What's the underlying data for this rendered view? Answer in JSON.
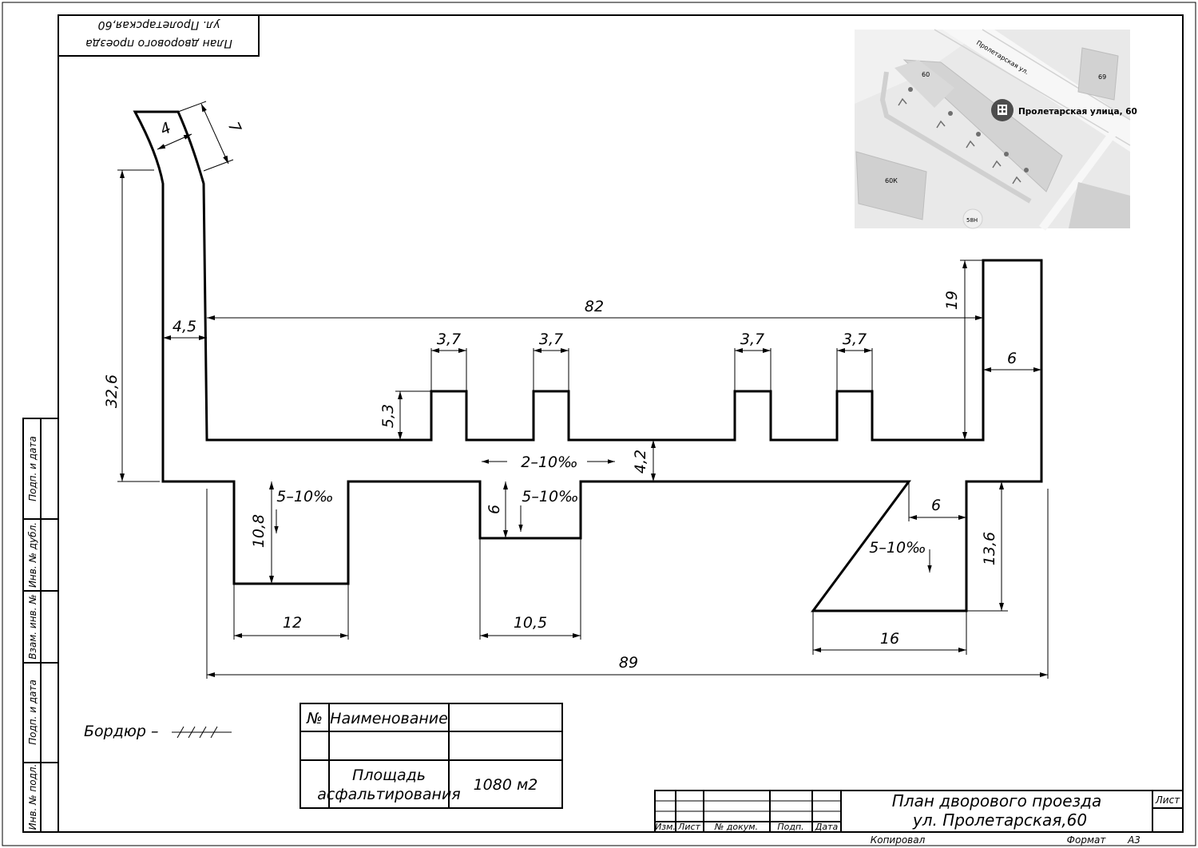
{
  "stamp": {
    "line1": "План дворового проезда",
    "line2": "ул. Пролетарская,60"
  },
  "title_block": {
    "title_line1": "План дворового проезда",
    "title_line2": "ул. Пролетарская,60",
    "headers": {
      "izm": "Изм.",
      "list": "Лист",
      "doc_no": "№ докум.",
      "sign": "Подп.",
      "date": "Дата"
    },
    "sheet_label": "Лист",
    "copied": "Копировал",
    "format_label": "Формат",
    "format_value": "А3"
  },
  "side_strip": [
    "Подп. и дата",
    "Инв. № дубл.",
    "Взам. инв. №",
    "Подп. и дата",
    "Инв. № подл."
  ],
  "dimensions": {
    "d_82": "82",
    "d_89": "89",
    "d_32_6": "32,6",
    "d_4_5": "4,5",
    "d_4": "4",
    "d_7": "7",
    "d_3_7_a": "3,7",
    "d_3_7_b": "3,7",
    "d_3_7_c": "3,7",
    "d_3_7_d": "3,7",
    "d_5_3": "5,3",
    "d_4_2": "4,2",
    "d_19": "19",
    "d_6_right": "6",
    "d_6_inner": "6",
    "d_6_mid": "6",
    "d_10_8": "10,8",
    "d_12": "12",
    "d_10_5": "10,5",
    "d_13_6": "13,6",
    "d_16": "16"
  },
  "slopes": {
    "s_main": "2–10‰",
    "s_left": "5–10‰",
    "s_mid": "5–10‰",
    "s_right": "5–10‰"
  },
  "legend": {
    "curb_label": "Бордюр –"
  },
  "spec_table": {
    "col_no": "№",
    "col_name": "Наименование",
    "row_label_line1": "Площадь",
    "row_label_line2": "асфальтирования",
    "row_value": "1080 м2"
  },
  "map": {
    "street_label": "Пролетарская ул.",
    "address_label": "Пролетарская улица, 60",
    "bldg_60": "60",
    "bldg_69": "69",
    "bldg_60k": "60К",
    "bldg_58n": "58Н"
  }
}
